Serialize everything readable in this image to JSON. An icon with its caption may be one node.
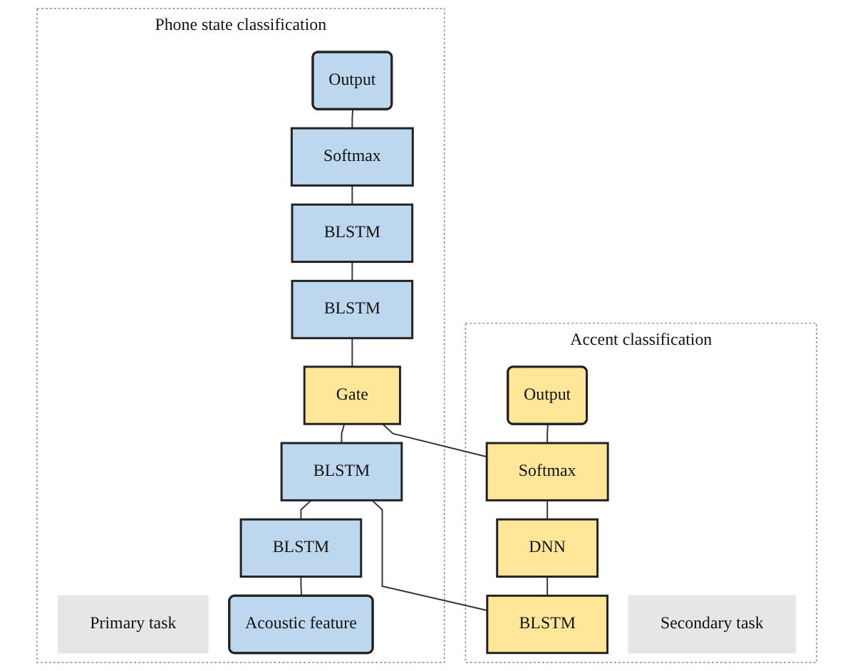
{
  "diagram": {
    "nodes": [
      {
        "text": [
          "Phone state classification"
        ]
      },
      {
        "text": [
          "Output"
        ],
        "in": 0
      },
      {
        "text": [
          "Softmax"
        ],
        "in": 0
      },
      {
        "text": [
          "BLSTM"
        ],
        "in": 0
      },
      {
        "text": [
          "BLSTM"
        ],
        "in": 0
      },
      {
        "text": [
          "Gate"
        ],
        "in": 0
      },
      {
        "text": [
          "Primary task"
        ],
        "in": 0
      },
      {
        "text": [
          "BLSTM"
        ],
        "in": 0
      },
      {
        "text": [
          "BLSTM"
        ],
        "in": 0
      },
      {
        "text": [
          "Acoustic feature"
        ],
        "in": 0
      },
      {
        "text": [
          "Accent classification"
        ]
      },
      {
        "text": [
          "Output"
        ],
        "in": 10
      },
      {
        "text": [
          "Softmax"
        ],
        "in": 10
      },
      {
        "text": [
          "DNN"
        ],
        "in": 10
      },
      {
        "text": [
          "BLSTM"
        ],
        "in": 10
      },
      {
        "text": [
          "Secondary task"
        ],
        "in": 10
      }
    ],
    "edges": [
      {
        "from": 1,
        "to": 2,
        "arrow": "none"
      },
      {
        "from": 2,
        "to": 3,
        "arrow": "none"
      },
      {
        "from": 3,
        "to": 4,
        "arrow": "none"
      },
      {
        "from": 4,
        "to": 5,
        "arrow": "none"
      },
      {
        "from": 5,
        "to": 7,
        "arrow": "none"
      },
      {
        "from": 7,
        "to": 8,
        "arrow": "none"
      },
      {
        "from": 8,
        "to": 9,
        "arrow": "none"
      },
      {
        "from": 11,
        "to": 12,
        "arrow": "none"
      },
      {
        "from": 12,
        "to": 13,
        "arrow": "none"
      },
      {
        "from": 13,
        "to": 14,
        "arrow": "none"
      },
      {
        "from": 5,
        "to": 12,
        "arrow": "none"
      },
      {
        "from": 7,
        "to": 14,
        "arrow": "none"
      }
    ]
  }
}
